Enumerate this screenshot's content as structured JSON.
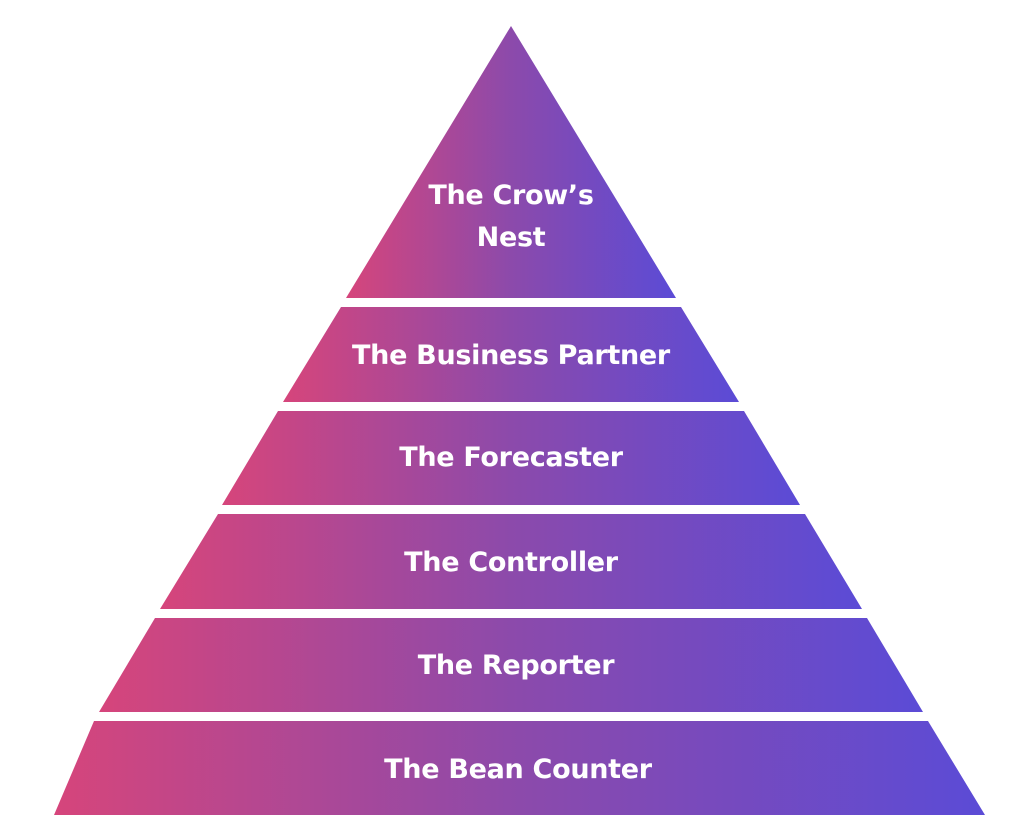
{
  "diagram": {
    "type": "pyramid",
    "colors": {
      "gradient_start": "#d6457b",
      "gradient_mid": "#8c4aab",
      "gradient_end": "#5b4bd6",
      "text": "#ffffff",
      "background": "#ffffff"
    },
    "tiers": [
      {
        "label": "The Crow’s Nest",
        "lines": [
          "The Crow’s",
          "Nest"
        ]
      },
      {
        "label": "The Business Partner",
        "lines": [
          "The Business Partner"
        ]
      },
      {
        "label": "The Forecaster",
        "lines": [
          "The Forecaster"
        ]
      },
      {
        "label": "The Controller",
        "lines": [
          "The Controller"
        ]
      },
      {
        "label": "The Reporter",
        "lines": [
          "The Reporter"
        ]
      },
      {
        "label": "The Bean Counter",
        "lines": [
          "The Bean Counter"
        ]
      }
    ]
  }
}
